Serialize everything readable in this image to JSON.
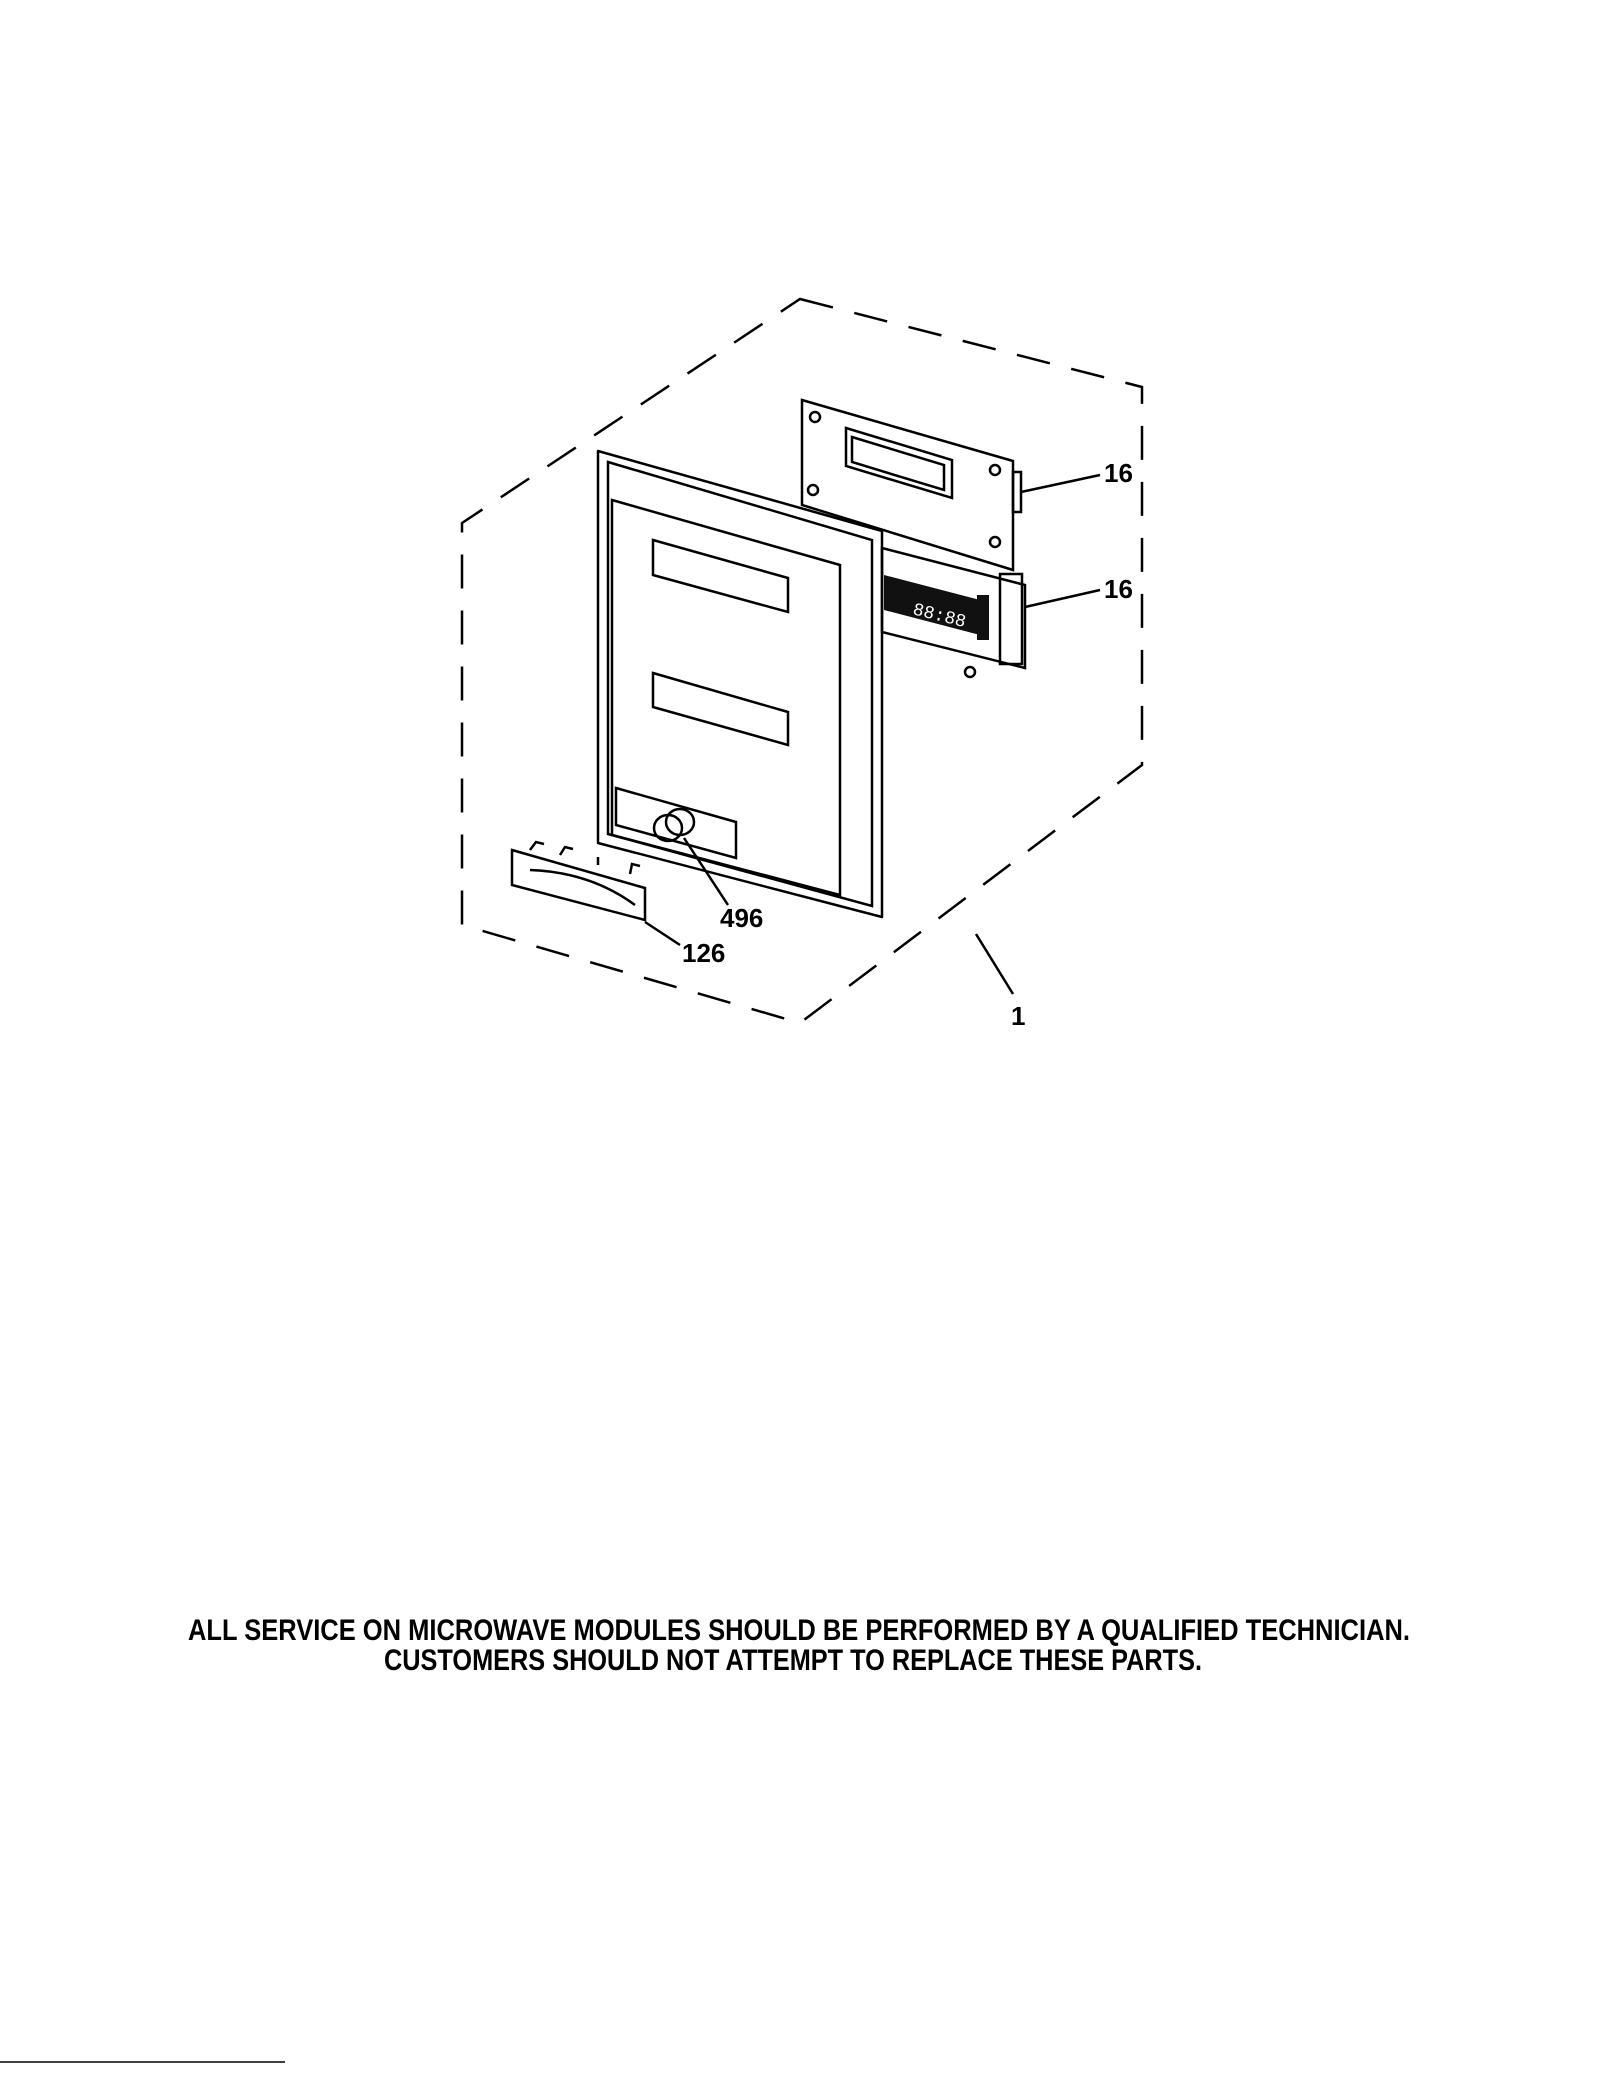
{
  "diagram": {
    "callouts": [
      {
        "id": "upper-board",
        "label": "16"
      },
      {
        "id": "lower-module",
        "label": "16"
      },
      {
        "id": "knob",
        "label": "496"
      },
      {
        "id": "handle",
        "label": "126"
      },
      {
        "id": "assembly",
        "label": "1"
      }
    ],
    "display_readout": "88:88"
  },
  "notice": {
    "line1": "ALL SERVICE ON MICROWAVE MODULES SHOULD BE PERFORMED BY A QUALIFIED TECHNICIAN.",
    "line2": "CUSTOMERS SHOULD NOT ATTEMPT TO REPLACE THESE PARTS."
  }
}
